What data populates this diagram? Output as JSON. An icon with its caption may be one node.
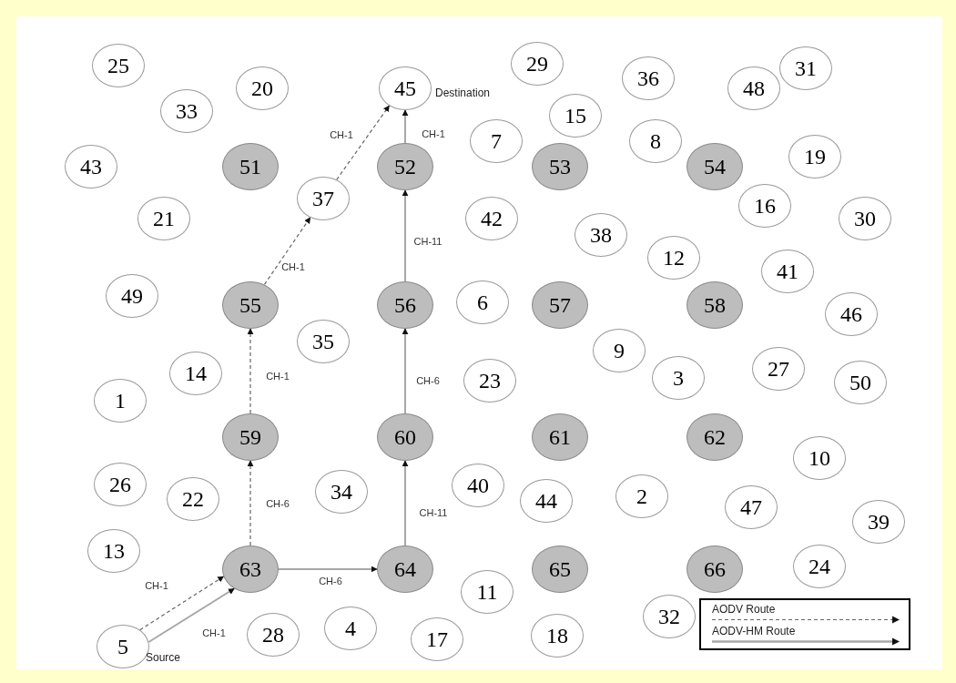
{
  "diagram": {
    "nodes": [
      {
        "text": [
          "25"
        ]
      },
      {
        "text": [
          "29"
        ]
      },
      {
        "text": [
          "36"
        ]
      },
      {
        "text": [
          "31"
        ]
      },
      {
        "text": [
          "48"
        ]
      },
      {
        "text": [
          "20"
        ]
      },
      {
        "text": [
          "45"
        ],
        "beside": [
          "Destination"
        ]
      },
      {
        "text": [
          "33"
        ]
      },
      {
        "text": [
          "15"
        ]
      },
      {
        "text": [
          "8"
        ]
      },
      {
        "text": [
          "7"
        ]
      },
      {
        "text": [
          "43"
        ]
      },
      {
        "text": [
          "51"
        ]
      },
      {
        "text": [
          "52"
        ]
      },
      {
        "text": [
          "53"
        ]
      },
      {
        "text": [
          "54"
        ]
      },
      {
        "text": [
          "19"
        ]
      },
      {
        "text": [
          "16"
        ]
      },
      {
        "text": [
          "21"
        ]
      },
      {
        "text": [
          "37"
        ]
      },
      {
        "text": [
          "42"
        ]
      },
      {
        "text": [
          "30"
        ]
      },
      {
        "text": [
          "38"
        ]
      },
      {
        "text": [
          "12"
        ]
      },
      {
        "text": [
          "41"
        ]
      },
      {
        "text": [
          "49"
        ]
      },
      {
        "text": [
          "55"
        ]
      },
      {
        "text": [
          "56"
        ]
      },
      {
        "text": [
          "6"
        ]
      },
      {
        "text": [
          "57"
        ]
      },
      {
        "text": [
          "58"
        ]
      },
      {
        "text": [
          "46"
        ]
      },
      {
        "text": [
          "35"
        ]
      },
      {
        "text": [
          "9"
        ]
      },
      {
        "text": [
          "14"
        ]
      },
      {
        "text": [
          "1"
        ]
      },
      {
        "text": [
          "23"
        ]
      },
      {
        "text": [
          "3"
        ]
      },
      {
        "text": [
          "27"
        ]
      },
      {
        "text": [
          "50"
        ]
      },
      {
        "text": [
          "59"
        ]
      },
      {
        "text": [
          "60"
        ]
      },
      {
        "text": [
          "61"
        ]
      },
      {
        "text": [
          "62"
        ]
      },
      {
        "text": [
          "10"
        ]
      },
      {
        "text": [
          "26"
        ]
      },
      {
        "text": [
          "22"
        ]
      },
      {
        "text": [
          "34"
        ]
      },
      {
        "text": [
          "40"
        ]
      },
      {
        "text": [
          "44"
        ]
      },
      {
        "text": [
          "2"
        ]
      },
      {
        "text": [
          "47"
        ]
      },
      {
        "text": [
          "39"
        ]
      },
      {
        "text": [
          "13"
        ]
      },
      {
        "text": [
          "63"
        ]
      },
      {
        "text": [
          "64"
        ]
      },
      {
        "text": [
          "65"
        ]
      },
      {
        "text": [
          "66"
        ]
      },
      {
        "text": [
          "24"
        ]
      },
      {
        "text": [
          "11"
        ]
      },
      {
        "text": [
          "32"
        ]
      },
      {
        "text": [
          "5"
        ],
        "beside": [
          "Source"
        ]
      },
      {
        "text": [
          "28"
        ]
      },
      {
        "text": [
          "4"
        ]
      },
      {
        "text": [
          "17"
        ]
      },
      {
        "text": [
          "18"
        ]
      }
    ],
    "edges": [
      {
        "from": 61,
        "to": 54,
        "arrow": "to",
        "label": "CH-1",
        "style": "dashed",
        "color": "#666666"
      },
      {
        "from": 61,
        "to": 54,
        "arrow": "to",
        "label": "CH-1"
      },
      {
        "from": 54,
        "to": 40,
        "arrow": "to",
        "label": "CH-6",
        "style": "dashed",
        "color": "#666666"
      },
      {
        "from": 40,
        "to": 26,
        "arrow": "to",
        "label": "CH-1",
        "style": "dashed",
        "color": "#666666"
      },
      {
        "from": 26,
        "to": 19,
        "arrow": "to",
        "label": "CH-1",
        "style": "dashed",
        "color": "#666666"
      },
      {
        "from": 19,
        "to": 6,
        "arrow": "to",
        "label": "CH-1",
        "style": "dashed",
        "color": "#666666"
      },
      {
        "from": 54,
        "to": 55,
        "arrow": "to",
        "label": "CH-6"
      },
      {
        "from": 55,
        "to": 41,
        "arrow": "to",
        "label": "CH-11"
      },
      {
        "from": 41,
        "to": 27,
        "arrow": "to",
        "label": "CH-6"
      },
      {
        "from": 27,
        "to": 13,
        "arrow": "to",
        "label": "CH-11"
      },
      {
        "from": 13,
        "to": 6,
        "arrow": "to",
        "label": "CH-1"
      }
    ],
    "legend": [
      {
        "text": "AODV Route"
      },
      {
        "text": "AODV-HM Route"
      }
    ]
  }
}
